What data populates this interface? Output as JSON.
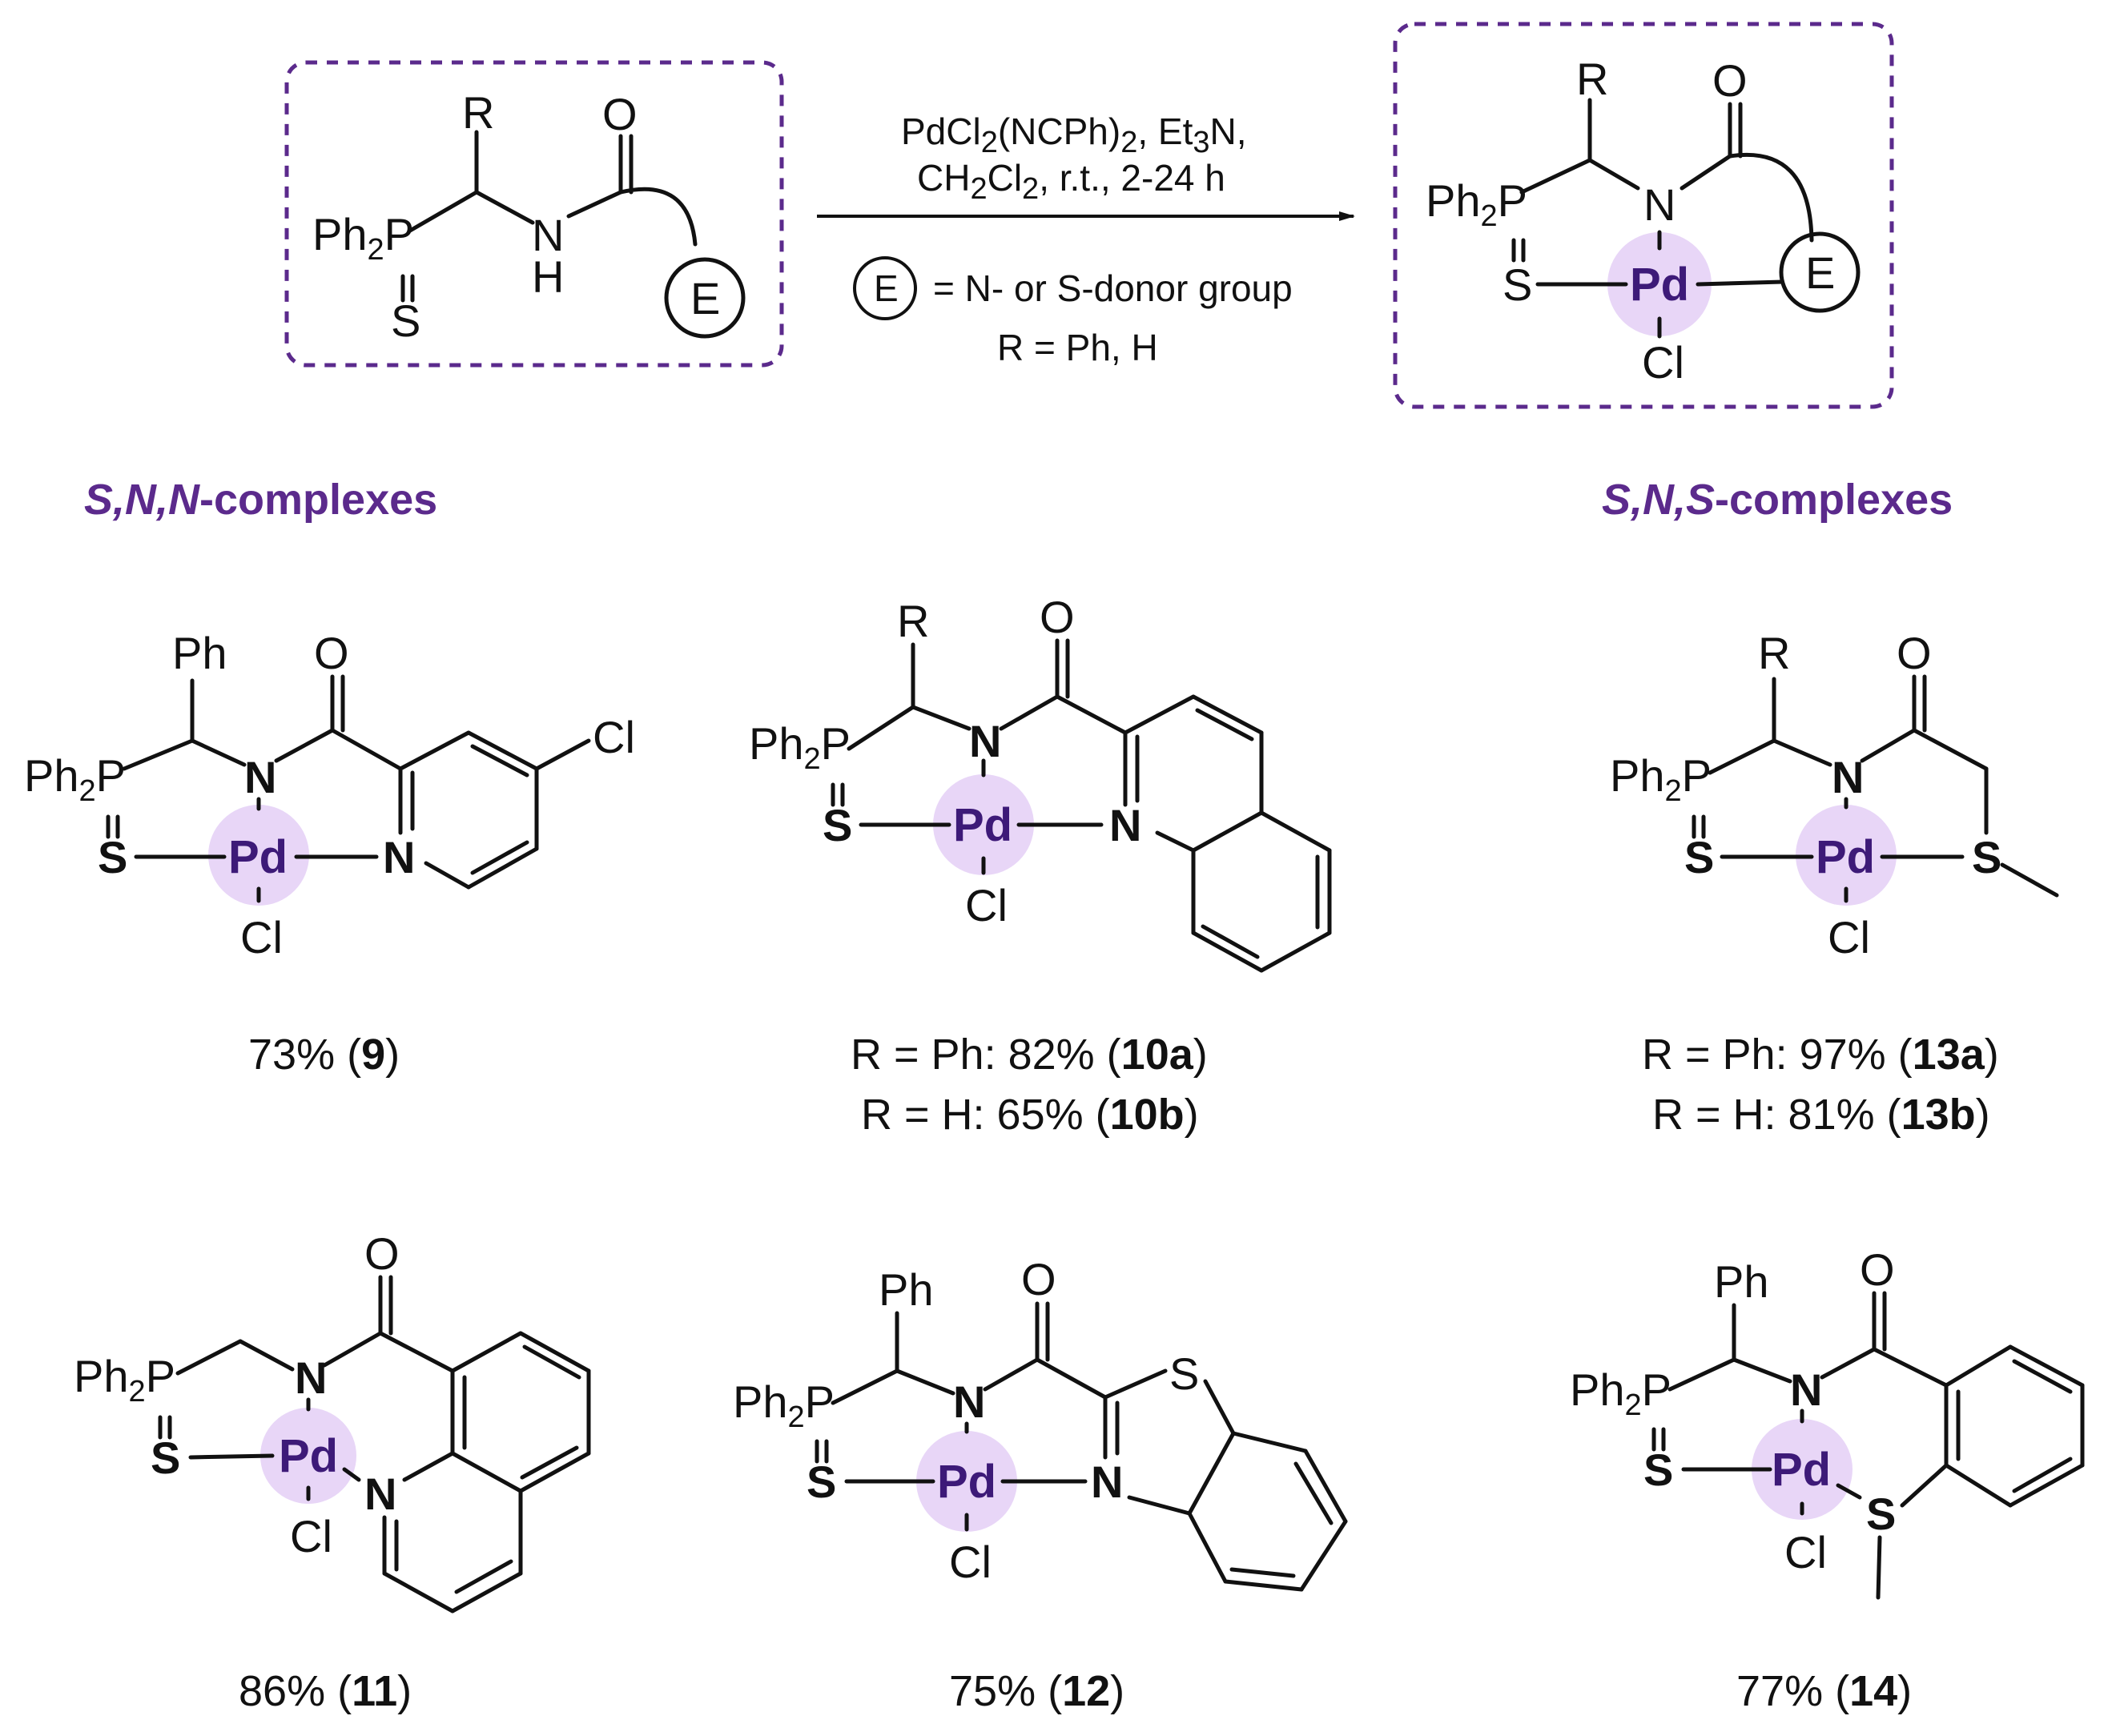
{
  "colors": {
    "accent": "#5b2a8c",
    "pd_text": "#3d1a78",
    "pd_highlight": "#e8d6f7"
  },
  "scheme": {
    "conditions_line1": "PdCl",
    "conditions_line1_b": "2",
    "conditions_line1_c": "(NCPh)",
    "conditions_line1_d": "2",
    "conditions_line1_e": ", Et",
    "conditions_line1_f": "3",
    "conditions_line1_g": "N,",
    "conditions_line2_a": "CH",
    "conditions_line2_b": "2",
    "conditions_line2_c": "Cl",
    "conditions_line2_d": "2",
    "conditions_line2_e": ", r.t., 2-24 h",
    "legend_e": "E",
    "legend_text": "= N- or S-donor group",
    "r_def": "R = Ph, H"
  },
  "headers": {
    "snn": "S,N,N",
    "snn_suffix": "-complexes",
    "sns": "S,N,S",
    "sns_suffix": "-complexes"
  },
  "atoms": {
    "ph": "Ph",
    "ph2p_a": "Ph",
    "ph2p_b": "2",
    "ph2p_c": "P",
    "s": "S",
    "n": "N",
    "h": "H",
    "o": "O",
    "r": "R",
    "e": "E",
    "pd": "Pd",
    "cl": "Cl"
  },
  "yields": {
    "c9": {
      "a": "73% (",
      "b": "9",
      "c": ")"
    },
    "c10a": {
      "a": "R = Ph: 82% (",
      "b": "10a",
      "c": ")"
    },
    "c10b": {
      "a": "R = H: 65% (",
      "b": "10b",
      "c": ")"
    },
    "c13a": {
      "a": "R = Ph: 97% (",
      "b": "13a",
      "c": ")"
    },
    "c13b": {
      "a": "R = H: 81% (",
      "b": "13b",
      "c": ")"
    },
    "c11": {
      "a": "86% (",
      "b": "11",
      "c": ")"
    },
    "c12": {
      "a": "75% (",
      "b": "12",
      "c": ")"
    },
    "c14": {
      "a": "77% (",
      "b": "14",
      "c": ")"
    }
  }
}
